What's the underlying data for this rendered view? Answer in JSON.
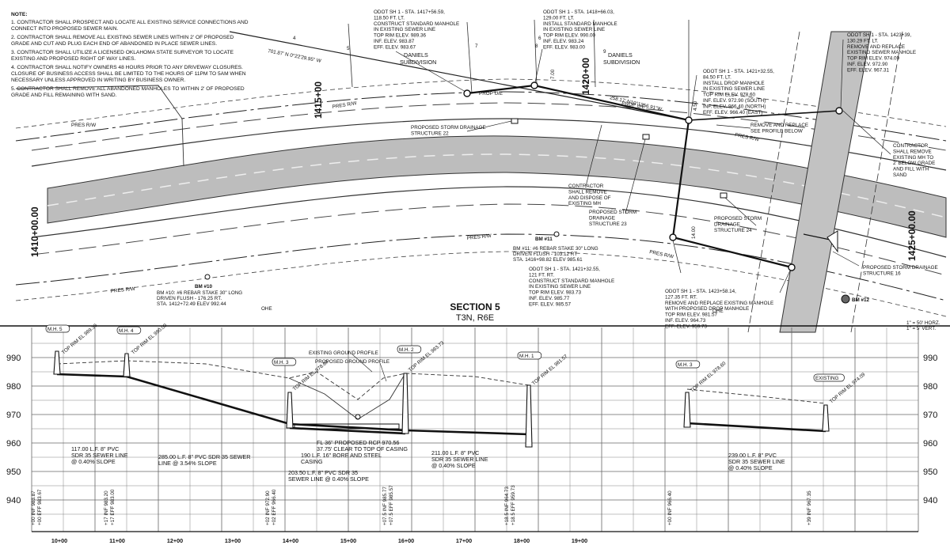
{
  "notes": {
    "heading": "NOTE:",
    "items": [
      [
        "1. CONTRACTOR SHALL PROSPECT AND LOCATE ALL EXISTING SERVICE CONNECTIONS AND",
        "CONNECT INTO PROPOSED SEWER MAIN."
      ],
      [
        "2. CONTRACTOR SHALL REMOVE ALL EXISTING SEWER LINES WITHIN 2' OF PROPOSED",
        "GRADE AND CUT AND PLUG EACH END OF ABANDONED IN PLACE SEWER LINES."
      ],
      [
        "3. CONTRACTOR SHALL UTILIZE A LICENSED OKLAHOMA STATE SURVEYOR TO LOCATE",
        "EXISTING AND PROPOSED RIGHT OF WAY LINES."
      ],
      [
        "4. CONTRACTOR SHALL NOTIFY OWNERS 48 HOURS PRIOR TO ANY DRIVEWAY CLOSURES.",
        "CLOSURE OF BUSINESS ACCESS SHALL BE LIMITED TO THE HOURS OF 11PM TO 5AM WHEN",
        "NECESSARY UNLESS APPROVED IN WRITING BY BUSINESS OWNER."
      ],
      [
        "5. CONTRACTOR SHALL REMOVE ALL ABANDONED MANHOLES TO WITHIN 2' OF PROPOSED",
        "GRADE AND FILL REMAINING WITH SAND."
      ]
    ]
  },
  "plan": {
    "section_title": "SECTION 5",
    "section_sub": "T3N, R6E",
    "scale": [
      "1\" = 50' HORZ.",
      "1\" = 5' VERT."
    ],
    "stations": [
      "1410+00.00",
      "1415+00",
      "1420+00",
      "1425+00.00"
    ],
    "subdivision_1": [
      "DANIELS",
      "SUBDIVISION"
    ],
    "subdivision_2": [
      "DANIELS",
      "SUBDIVISION"
    ],
    "bearing_1": "701.87' N 0°22'29.95\" W",
    "bearing_2": "258.17' N10°1356.91\"W",
    "lot_numbers": [
      "4",
      "5",
      "6",
      "7",
      "8",
      "9"
    ],
    "labels": {
      "pres_rw": "PRES R/W",
      "prop_ue": "PROP U/E",
      "ohe": "OHE",
      "dim_700": "7.00",
      "dim_450": "4.50",
      "dim_1400": "14.00"
    },
    "callouts": [
      [
        "ODOT SH 1 - STA. 1417+56.59,",
        "118.50 FT. LT.",
        "CONSTRUCT STANDARD MANHOLE",
        "IN EXISTING SEWER LINE",
        "TOP RIM ELEV. 989.36",
        "INF. ELEV. 983.87",
        "EFF. ELEV. 983.67"
      ],
      [
        "ODOT SH 1 - STA. 1418+66.03,",
        "129.00 FT. LT.",
        "INSTALL STANDARD MANHOLE",
        "IN EXISTING SEWER LINE",
        "TOP RIM ELEV. 990.00",
        "INF. ELEV. 983.24",
        "EFF. ELEV. 983.00"
      ],
      [
        "ODOT SH 1 - STA. 1421+32.55,",
        "84.50 FT. LT.",
        "INSTALL DROP MANHOLE",
        "IN EXISTING SEWER LINE",
        "TOP RIM ELEV. 978.60",
        "INF. ELEV. 972.90 (SOUTH)",
        "INF. ELEV. 966.40 (NORTH)",
        "EFF. ELEV. 966.40 (EAST)"
      ],
      [
        "ODOT SH 1 - STA. 1423+39,",
        "130.29 FT. LT.",
        "REMOVE AND REPLACE",
        "EXISTING SEWER MANHOLE",
        "TOP RIM ELEV. 974.09",
        "INF. ELEV. 972.90",
        "EFF. ELEV. 967.31"
      ],
      [
        "REMOVE AND REPLACE",
        "SEE PROFILE BELOW"
      ],
      [
        "CONTRACTOR",
        "SHALL REMOVE",
        "EXISTING MH TO",
        "2' BELOW GRADE",
        "AND FILL WITH",
        "SAND"
      ],
      [
        "PROPOSED STORM DRAINAGE",
        "STRUCTURE 22"
      ],
      [
        "CONTRACTOR",
        "SHALL REMOVE",
        "AND DISPOSE OF",
        "EXISTING MH"
      ],
      [
        "PROPOSED STORM",
        "DRAINAGE",
        "STRUCTURE 23"
      ],
      [
        "PROPOSED STORM",
        "DRAINAGE",
        "STRUCTURE 24"
      ],
      [
        "PROPOSED STORM DRAINAGE",
        "STRUCTURE 16"
      ],
      [
        "ODOT SH 1 - STA. 1421+32.55,",
        "121 FT. RT.",
        "CONSTRUCT STANDARD MANHOLE",
        "IN EXISTING SEWER LINE",
        "TOP RIM ELEV. 983.73",
        "INF. ELEV. 985.77",
        "EFF. ELEV. 985.57"
      ],
      [
        "ODOT SH 1 - STA. 1423+58.14,",
        "127.35 FT. RT.",
        "REMOVE AND REPLACE EXISTING MANHOLE",
        "WITH PROPOSED DROP MANHOLE",
        "TOP RIM ELEV. 981.57",
        "INF. ELEV. 964.73",
        "EFF. ELEV. 959.73"
      ]
    ],
    "benchmarks": {
      "bm10": "BM #10",
      "bm10_note": [
        "BM #10: #6 REBAR STAKE 30\" LONG",
        "DRIVEN FLUSH - 176.25 RT.",
        "STA. 1412+72.49     ELEV 992.44"
      ],
      "bm11": "BM #11",
      "bm11_note": [
        "BM #11: #6 REBAR STAKE 30\" LONG",
        "DRIVEN FLUSH - 103.12 RT",
        "STA. 1416+98.82     ELEV 985.61"
      ],
      "bm12": "BM #12"
    }
  },
  "profile": {
    "elev_labels": [
      "990",
      "980",
      "970",
      "960",
      "950",
      "940"
    ],
    "station_labels": [
      "10+00",
      "11+00",
      "12+00",
      "13+00",
      "14+00",
      "15+00",
      "16+00",
      "17+00",
      "18+00",
      "19+00"
    ],
    "manholes": [
      "M.H. 5",
      "M.H. 4",
      "M.H. 3",
      "M.H. 2",
      "M.H. 1",
      "M.H. 3",
      "EXISTING"
    ],
    "rim_labels": [
      "TOP RIM EL 989.36",
      "TOP RIM EL 990.00",
      "TOP RIM EL 978.60",
      "TOP RIM EL 983.73",
      "TOP RIM EL 981.57",
      "TOP RIM EL 978.60",
      "TOP RIM EL 974.09"
    ],
    "ground_legend": [
      "EXISTING GROUND PROFILE",
      "PROPOSED GROUND PROFILE"
    ],
    "pipe_notes": [
      [
        "117.00 L.F. 8\" PVC",
        "SDR 35 SEWER LINE",
        "@ 0.40% SLOPE"
      ],
      [
        "285.00 L.F. 8\" PVC SDR 35 SEWER",
        "LINE @ 3.54% SLOPE"
      ],
      [
        "FL 36\" PROPOSED RCP 970.56",
        "37.75' CLEAR TO TOP OF CASING"
      ],
      [
        "190 L.F. 16\" BORE AND STEEL",
        "CASING"
      ],
      [
        "203.50 L.F. 8\" PVC SDR 35",
        "SEWER LINE @ 0.40% SLOPE"
      ],
      [
        "211.00 L.F. 8\" PVC",
        "SDR 35 SEWER LINE",
        "@ 0.40% SLOPE"
      ],
      [
        "239.00 L.F. 8\" PVC",
        "SDR 35 SEWER LINE",
        "@ 0.40% SLOPE"
      ]
    ],
    "invert_labels": [
      [
        "+00 INF 983.87",
        "+00 EFF 983.67"
      ],
      [
        "+17 INF 983.20",
        "+17 EFF 983.00"
      ],
      [
        "+02 INF 972.90",
        "+02 EFF 966.40"
      ],
      [
        "+07.5 INF 985.77",
        "+07.5 EFF 985.57"
      ],
      [
        "+18.5 INF 964.73",
        "+18.5 EFF 959.73"
      ],
      [
        "+00 INF 966.40"
      ],
      [
        "+39 INF 967.35"
      ]
    ]
  }
}
